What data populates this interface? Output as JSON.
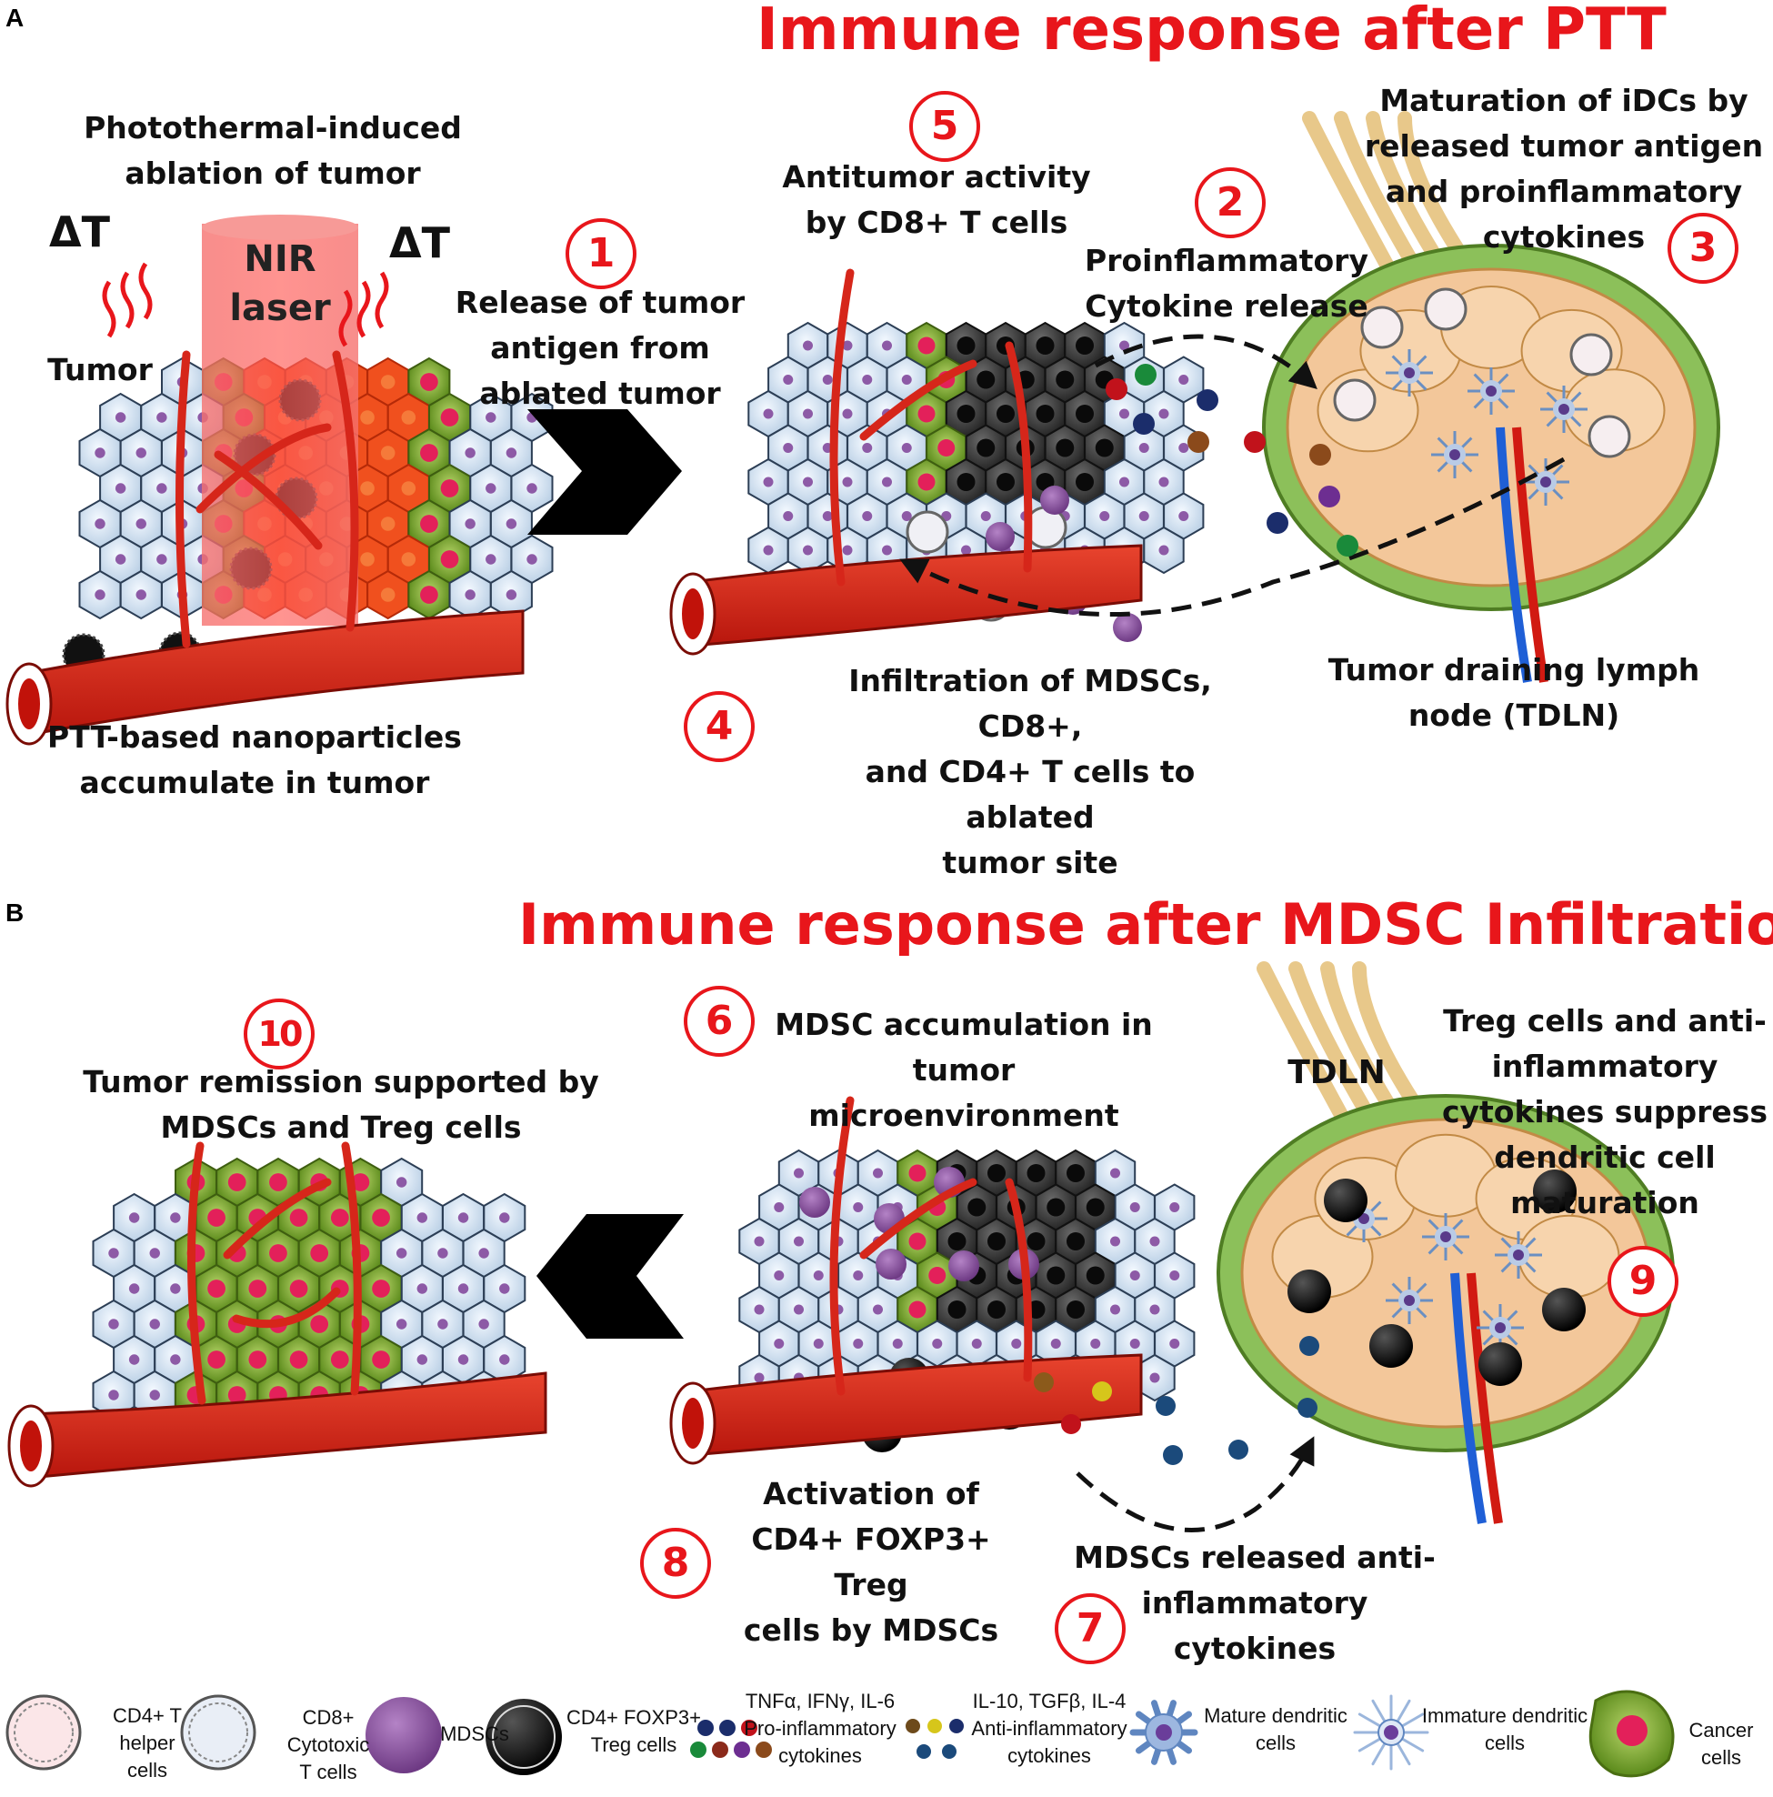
{
  "panel_a": {
    "letter": "A",
    "title": "Immune response after PTT",
    "delta_left": "ΔT",
    "delta_right": "ΔT",
    "laser": "NIR\nlaser",
    "tumor_label": "Tumor",
    "ablation_label": "Photothermal-induced\nablation of tumor",
    "nanoparticle_label": "PTT-based nanoparticles\naccumulate in tumor",
    "step1_text": "Release of tumor\nantigen from\nablated tumor",
    "step5_text": "Antitumor activity\nby CD8+ T cells",
    "step2_text": "Proinflammatory\nCytokine release",
    "step3_text": "Maturation of iDCs by\nreleased tumor antigen\nand proinflammatory\ncytokines",
    "step4_text": "Infiltration of MDSCs, CD8+,\nand CD4+ T cells to ablated\ntumor site",
    "tdln_text": "Tumor draining lymph\nnode (TDLN)"
  },
  "panel_b": {
    "letter": "B",
    "title": "Immune response after MDSC Infiltration",
    "step10_text": "Tumor remission supported by\nMDSCs and Treg cells",
    "step6_text": "MDSC accumulation in\ntumor microenvironment",
    "tdln_text": "TDLN",
    "step9_text": "Treg cells and anti-\ninflammatory\ncytokines suppress\ndendritic cell\nmaturation",
    "step8_text": "Activation of\nCD4+ FOXP3+ Treg\ncells by MDSCs",
    "step7_text": "MDSCs released anti-\ninflammatory\ncytokines"
  },
  "steps": [
    "1",
    "2",
    "3",
    "4",
    "5",
    "6",
    "7",
    "8",
    "9",
    "10"
  ],
  "legend": {
    "cd4_helper": "CD4+ T helper\ncells",
    "cd8_cytotoxic": "CD8+ Cytotoxic\nT cells",
    "mdscs": "MDSCs",
    "treg": "CD4+ FOXP3+\nTreg cells",
    "pro_cytokines": "TNFα, IFNγ, IL-6\nPro-inflammatory\ncytokines",
    "anti_cytokines": "IL-10, TGFβ, IL-4\nAnti-inflammatory\ncytokines",
    "mature_dc": "Mature dendritic\ncells",
    "immature_dc": "Immature dendritic\ncells",
    "cancer_cells": "Cancer cells"
  },
  "colors": {
    "title_red": "#e8161b",
    "vessel_red": "#dc2a1a",
    "cancer_green": "#7aa82a",
    "cell_blue": "#dbe8f4",
    "mdsc_purple": "#8a4f9e",
    "treg_black": "#111111",
    "tumor_dark": "#3a3a3a",
    "node_green": "#7bb04a",
    "node_peach": "#f3c79a"
  }
}
